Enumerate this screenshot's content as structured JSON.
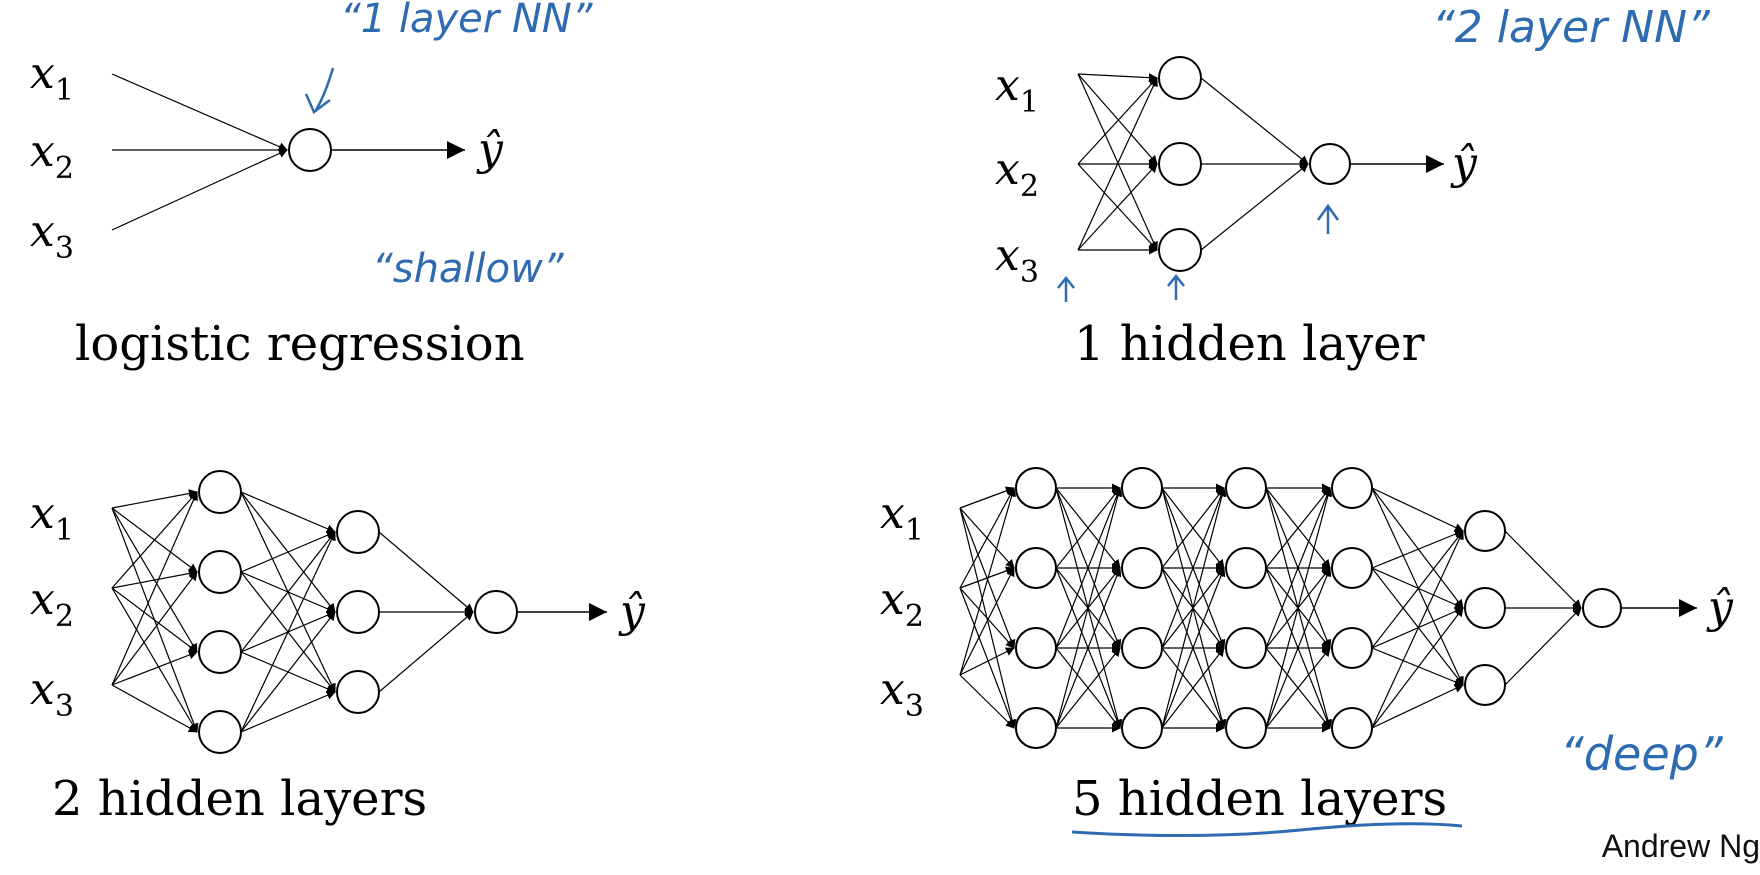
{
  "networks": [
    {
      "id": "logreg",
      "caption": "logistic regression",
      "inputs": [
        "x",
        "x",
        "x"
      ],
      "input_subscripts": [
        "1",
        "2",
        "3"
      ],
      "output": "ŷ",
      "layer_sizes": [
        1
      ]
    },
    {
      "id": "one-hidden",
      "caption": "1 hidden layer",
      "inputs": [
        "x",
        "x",
        "x"
      ],
      "input_subscripts": [
        "1",
        "2",
        "3"
      ],
      "output": "ŷ",
      "layer_sizes": [
        3,
        1
      ]
    },
    {
      "id": "two-hidden",
      "caption": "2 hidden layers",
      "inputs": [
        "x",
        "x",
        "x"
      ],
      "input_subscripts": [
        "1",
        "2",
        "3"
      ],
      "output": "ŷ",
      "layer_sizes": [
        4,
        3,
        1
      ]
    },
    {
      "id": "five-hidden",
      "caption": "5 hidden layers",
      "inputs": [
        "x",
        "x",
        "x"
      ],
      "input_subscripts": [
        "1",
        "2",
        "3"
      ],
      "output": "ŷ",
      "layer_sizes": [
        4,
        4,
        4,
        4,
        3,
        1
      ]
    }
  ],
  "annotations": {
    "one_layer": "“1 layer NN”",
    "two_layer": "“2 layer NN”",
    "shallow": "“shallow”",
    "deep": "“deep”"
  },
  "credit": "Andrew Ng",
  "colors": {
    "ink": "#000000",
    "annotation": "#2e6bb0"
  }
}
